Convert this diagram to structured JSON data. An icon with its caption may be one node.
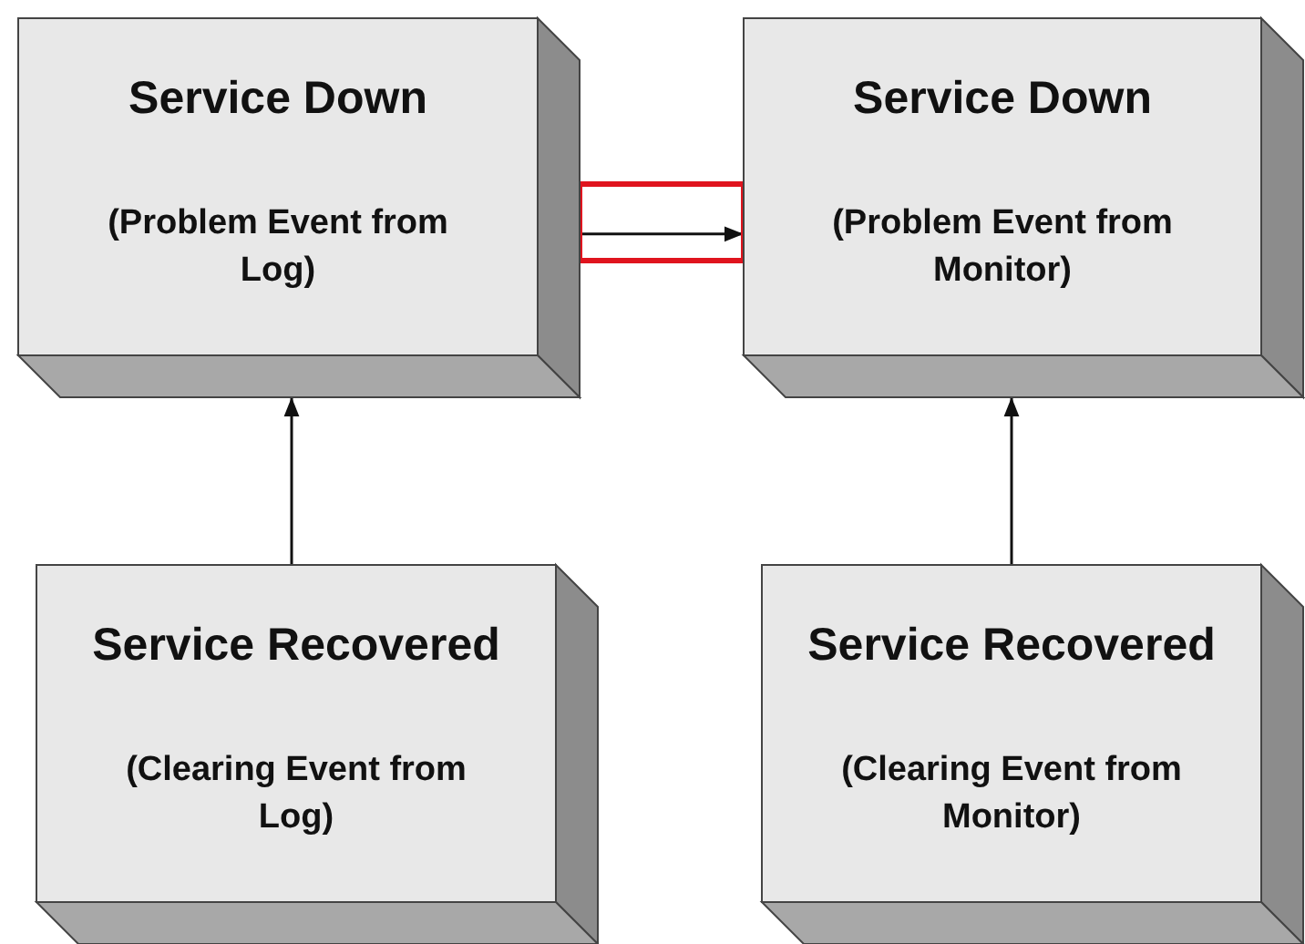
{
  "diagram": {
    "nodes": [
      {
        "text": [
          "Service Down",
          "(Problem Event from Log)"
        ]
      },
      {
        "text": [
          "Service Down",
          "(Problem Event from Monitor)"
        ]
      },
      {
        "text": [
          "Service Recovered",
          "(Clearing Event from Log)"
        ]
      },
      {
        "text": [
          "Service Recovered",
          "(Clearing Event from Monitor)"
        ]
      }
    ],
    "edges": [
      {
        "from": 0,
        "to": 1,
        "arrow": "to"
      },
      {
        "from": 2,
        "to": 0,
        "arrow": "to"
      },
      {
        "from": 3,
        "to": 1,
        "arrow": "to"
      }
    ]
  }
}
